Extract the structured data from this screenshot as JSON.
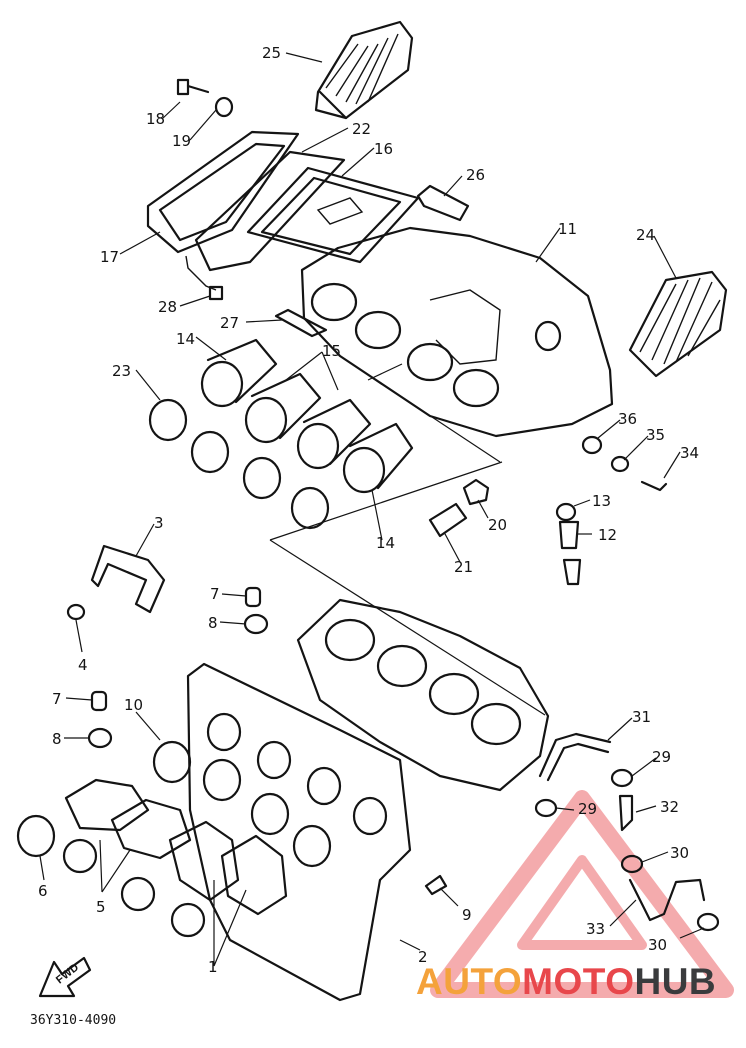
{
  "diagram": {
    "code": "36Y310-4090",
    "fwd_label": "FWD",
    "callouts": [
      {
        "key": "c25",
        "text": "25"
      },
      {
        "key": "c18",
        "text": "18"
      },
      {
        "key": "c19",
        "text": "19"
      },
      {
        "key": "c22",
        "text": "22"
      },
      {
        "key": "c16",
        "text": "16"
      },
      {
        "key": "c26",
        "text": "26"
      },
      {
        "key": "c11",
        "text": "11"
      },
      {
        "key": "c24",
        "text": "24"
      },
      {
        "key": "c17",
        "text": "17"
      },
      {
        "key": "c28",
        "text": "28"
      },
      {
        "key": "c27",
        "text": "27"
      },
      {
        "key": "c14a",
        "text": "14"
      },
      {
        "key": "c15",
        "text": "15"
      },
      {
        "key": "c23",
        "text": "23"
      },
      {
        "key": "c36",
        "text": "36"
      },
      {
        "key": "c35",
        "text": "35"
      },
      {
        "key": "c34",
        "text": "34"
      },
      {
        "key": "c13",
        "text": "13"
      },
      {
        "key": "c12",
        "text": "12"
      },
      {
        "key": "c20",
        "text": "20"
      },
      {
        "key": "c14b",
        "text": "14"
      },
      {
        "key": "c21",
        "text": "21"
      },
      {
        "key": "c3",
        "text": "3"
      },
      {
        "key": "c4",
        "text": "4"
      },
      {
        "key": "c7a",
        "text": "7"
      },
      {
        "key": "c8a",
        "text": "8"
      },
      {
        "key": "c7b",
        "text": "7"
      },
      {
        "key": "c10",
        "text": "10"
      },
      {
        "key": "c8b",
        "text": "8"
      },
      {
        "key": "c31",
        "text": "31"
      },
      {
        "key": "c29a",
        "text": "29"
      },
      {
        "key": "c29b",
        "text": "29"
      },
      {
        "key": "c32",
        "text": "32"
      },
      {
        "key": "c30a",
        "text": "30"
      },
      {
        "key": "c6",
        "text": "6"
      },
      {
        "key": "c5",
        "text": "5"
      },
      {
        "key": "c9",
        "text": "9"
      },
      {
        "key": "c1",
        "text": "1"
      },
      {
        "key": "c2",
        "text": "2"
      },
      {
        "key": "c33",
        "text": "33"
      },
      {
        "key": "c30b",
        "text": "30"
      }
    ]
  },
  "watermark": {
    "part_a": "AUTO",
    "part_b": "MOTO",
    "part_c": "HUB",
    "colors": {
      "auto": "#f4a23b",
      "moto": "#e8474b",
      "hub": "#3a3b3d"
    }
  }
}
